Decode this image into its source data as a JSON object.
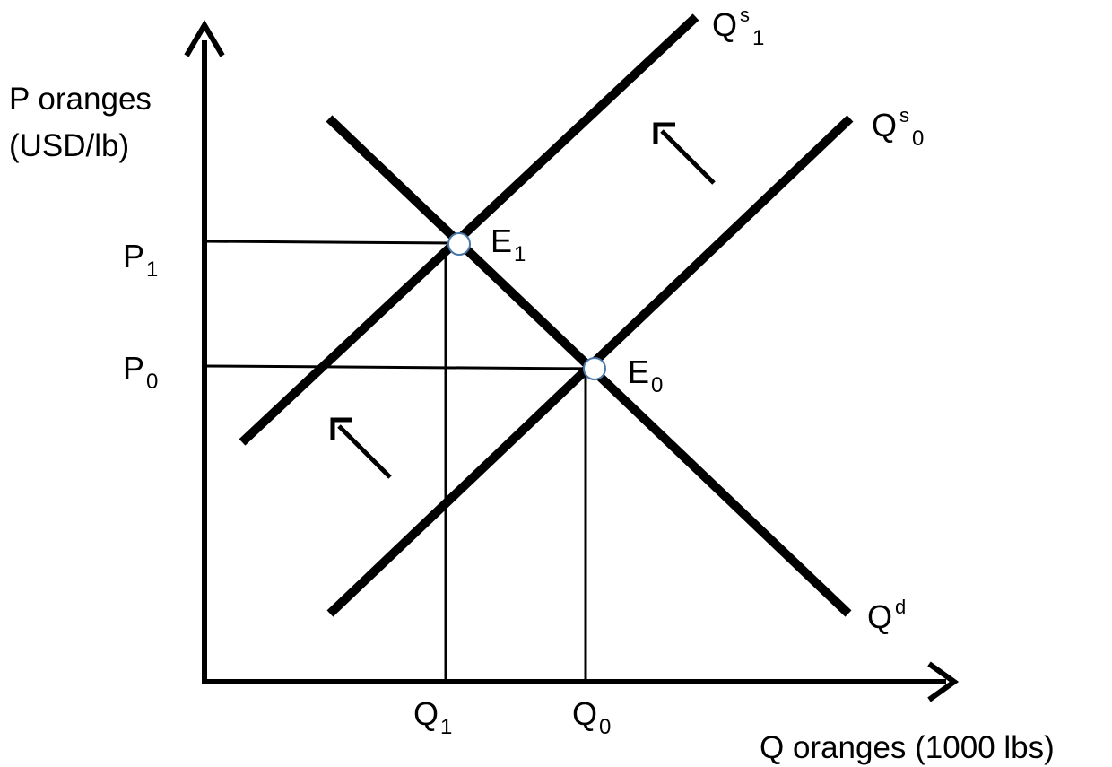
{
  "axes": {
    "y_title_line1": "P oranges",
    "y_title_line2": "(USD/lb)",
    "x_title": "Q oranges (1000 lbs)"
  },
  "price_ticks": [
    {
      "base": "P",
      "sub": "1"
    },
    {
      "base": "P",
      "sub": "0"
    }
  ],
  "quantity_ticks": [
    {
      "base": "Q",
      "sub": "1"
    },
    {
      "base": "Q",
      "sub": "0"
    }
  ],
  "curves": {
    "supply_new": {
      "base": "Q",
      "sup": "s",
      "sub": "1"
    },
    "supply_old": {
      "base": "Q",
      "sup": "s",
      "sub": "0"
    },
    "demand": {
      "base": "Q",
      "sup": "d"
    }
  },
  "equilibria": [
    {
      "base": "E",
      "sub": "1"
    },
    {
      "base": "E",
      "sub": "0"
    }
  ],
  "colors": {
    "line": "#000000",
    "point_fill": "#ffffff",
    "point_stroke": "#4a78a8"
  }
}
